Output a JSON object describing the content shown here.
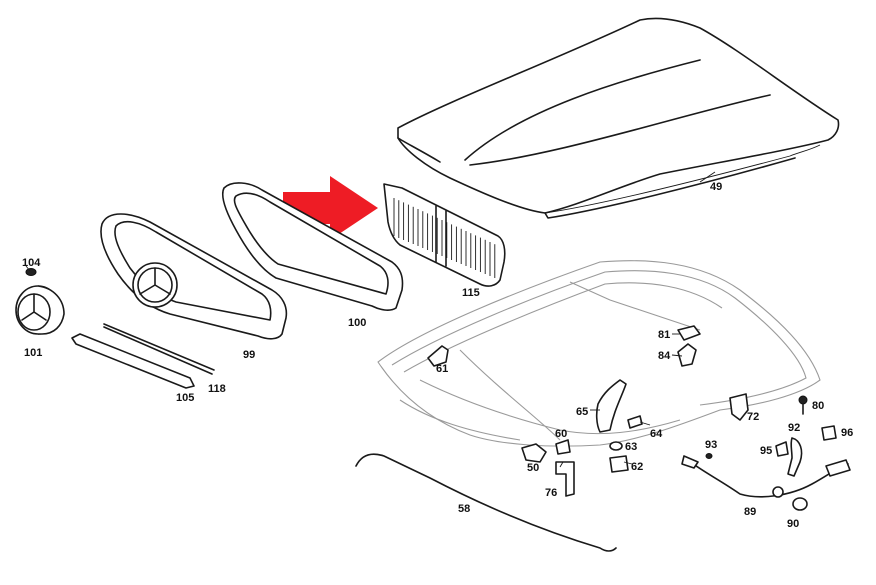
{
  "diagram": {
    "callouts": [
      "49",
      "115",
      "100",
      "99",
      "104",
      "101",
      "105",
      "118",
      "61",
      "81",
      "84",
      "65",
      "64",
      "72",
      "80",
      "60",
      "63",
      "50",
      "62",
      "76",
      "93",
      "92",
      "96",
      "95",
      "89",
      "90",
      "58"
    ],
    "arrow_color": "#ee1c25",
    "line_color": "#1a1a1a"
  }
}
